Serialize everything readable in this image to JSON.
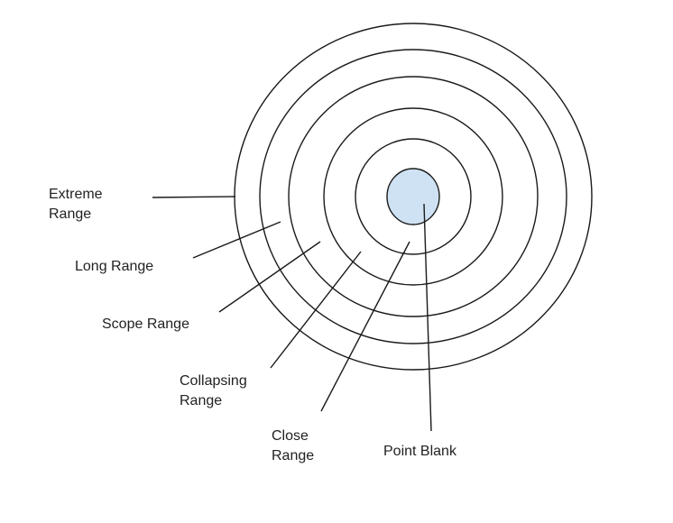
{
  "diagram": {
    "colors": {
      "line": "#1a1a1a",
      "center_fill": "#cfe2f3",
      "text": "#222222",
      "background": "#ffffff"
    },
    "labels": {
      "extreme_range": [
        "Extreme",
        "Range"
      ],
      "long_range": [
        "Long Range"
      ],
      "scope_range": [
        "Scope Range"
      ],
      "collapsing_range": [
        "Collapsing",
        "Range"
      ],
      "close_range": [
        "Close",
        "Range"
      ],
      "point_blank": [
        "Point Blank"
      ]
    }
  }
}
